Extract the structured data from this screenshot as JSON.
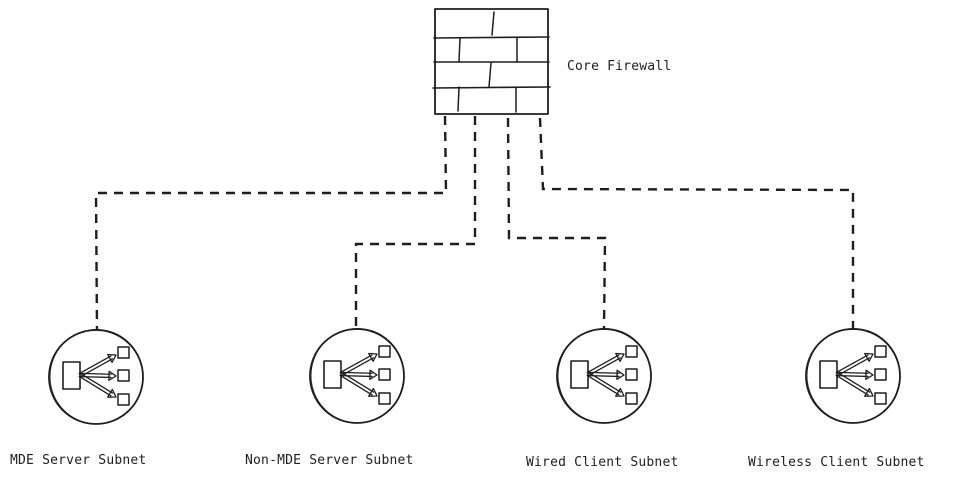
{
  "diagram": {
    "title": "Network segmentation diagram",
    "firewall": {
      "label": "Core Firewall",
      "icon": "firewall-brick-wall-icon"
    },
    "connection_style": "dashed",
    "subnets": [
      {
        "label": "MDE Server Subnet",
        "icon": "network-hub-icon"
      },
      {
        "label": "Non-MDE Server Subnet",
        "icon": "network-hub-icon"
      },
      {
        "label": "Wired Client Subnet",
        "icon": "network-hub-icon"
      },
      {
        "label": "Wireless Client Subnet",
        "icon": "network-hub-icon"
      }
    ],
    "edges": [
      {
        "from": "Core Firewall",
        "to": "MDE Server Subnet"
      },
      {
        "from": "Core Firewall",
        "to": "Non-MDE Server Subnet"
      },
      {
        "from": "Core Firewall",
        "to": "Wired Client Subnet"
      },
      {
        "from": "Core Firewall",
        "to": "Wireless Client Subnet"
      }
    ],
    "colors": {
      "stroke": "#1e1e1e",
      "background": "#ffffff"
    }
  }
}
